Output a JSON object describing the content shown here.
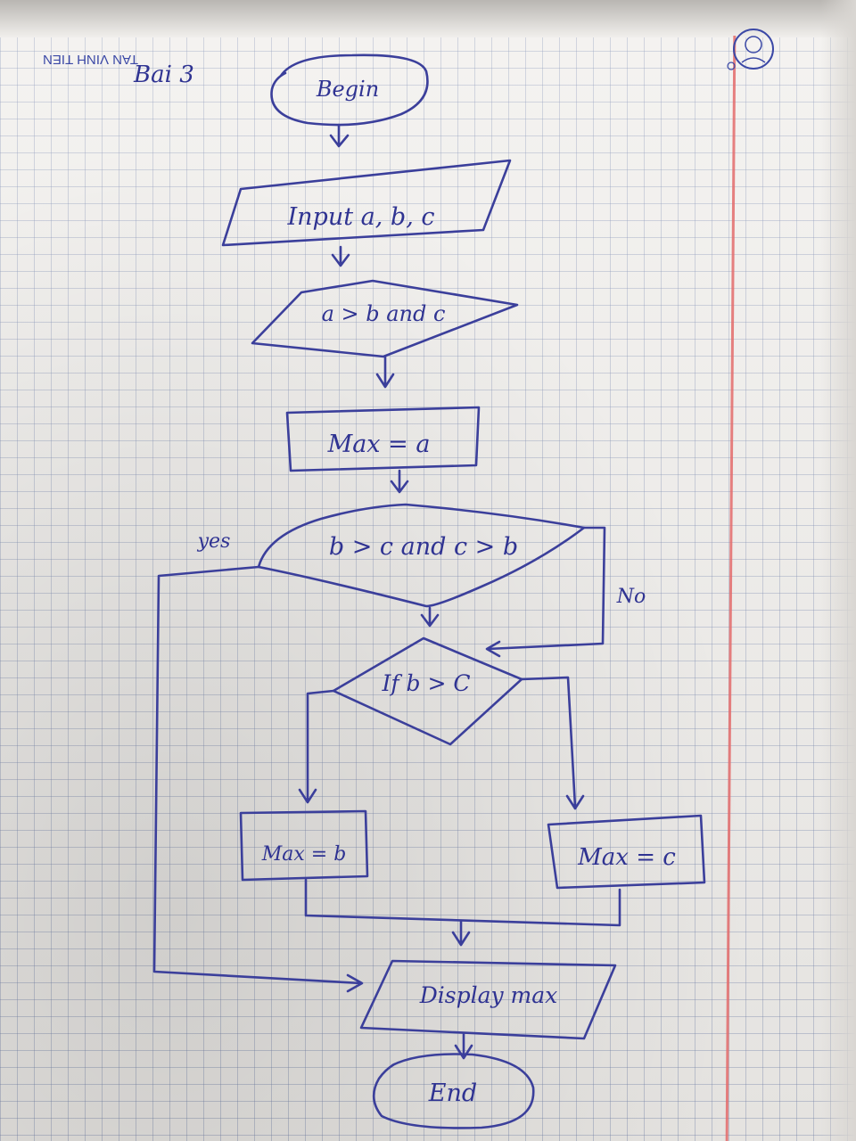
{
  "header": {
    "title": "Bai 3",
    "brand": "TAN VINH TIEN"
  },
  "flowchart": {
    "start": "Begin",
    "input": "Input a, b, c",
    "decision1": "a > b and c",
    "process1": "Max = a",
    "decision2": "b > c and c > b",
    "label_yes": "yes",
    "label_no": "No",
    "decision3": "If b > C",
    "process2": "Max = b",
    "process3": "Max = c",
    "output": "Display max",
    "end": "End"
  },
  "colors": {
    "ink": "#3b3f9b",
    "paper": "#f1efec",
    "grid": "#7887af",
    "margin": "#e36b6b"
  }
}
